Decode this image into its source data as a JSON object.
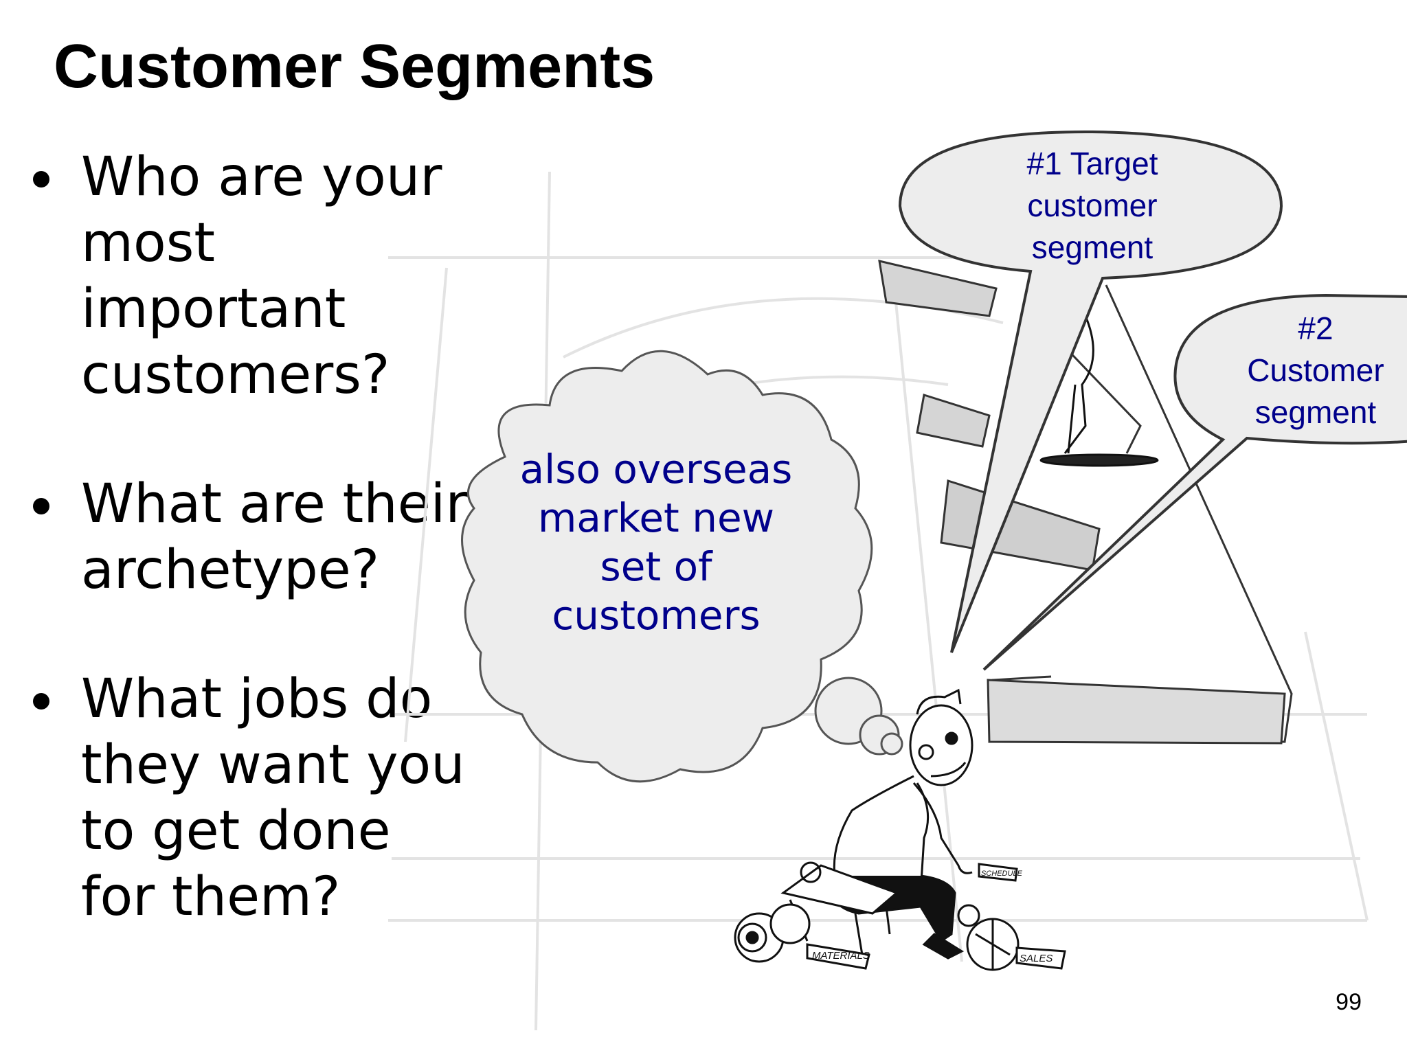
{
  "slide": {
    "title": "Customer Segments",
    "bullets": [
      "Who are your most important customers?",
      "What are their archetype?",
      "What jobs do they want you to get done for them?"
    ],
    "page_number": "99"
  },
  "illustration": {
    "speech_bubble_1": "#1 Target customer segment",
    "speech_bubble_2": "#2 Customer segment",
    "thought_cloud": "also overseas market new set of customers",
    "tags": [
      "MATERIALS",
      "SALES",
      "SCHEDULE"
    ],
    "text_color": "#00008b",
    "bubble_fill": "#ededed"
  }
}
